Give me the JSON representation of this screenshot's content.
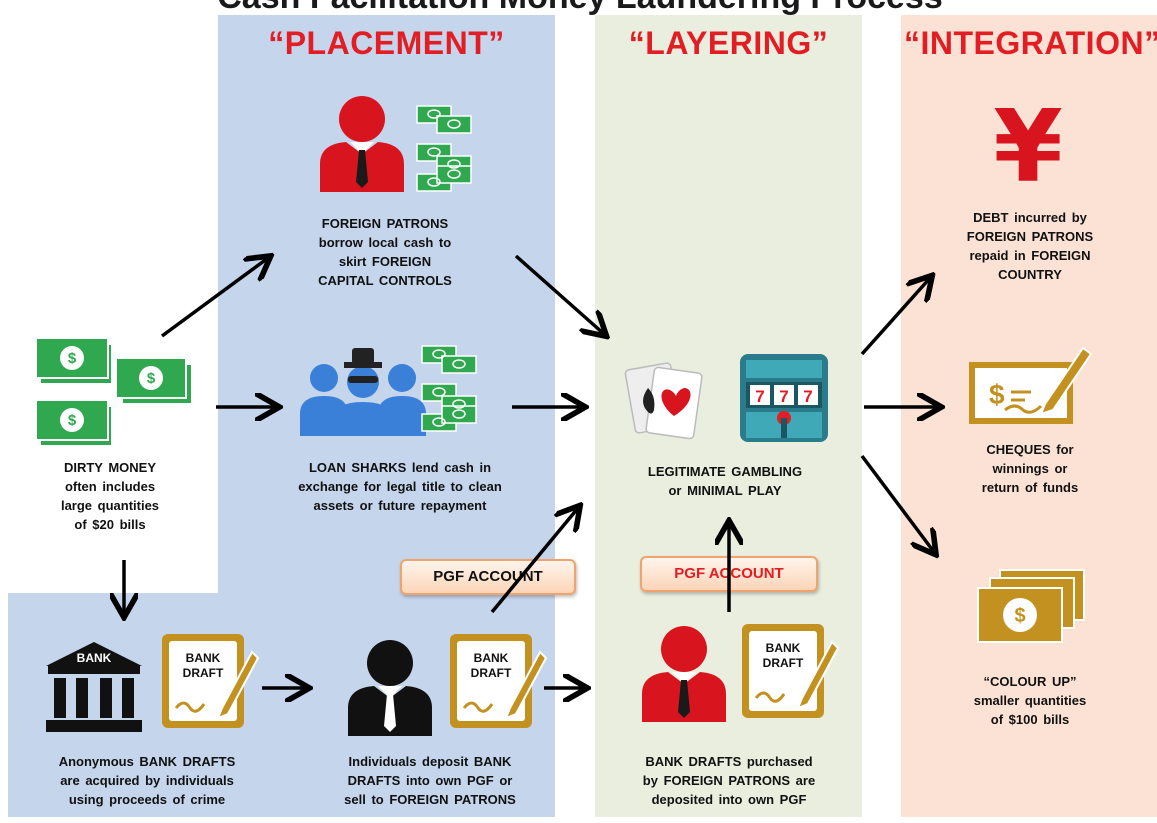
{
  "header": {
    "title": "Cash Facilitation Money Laundering Process"
  },
  "stages": {
    "placement": "“PLACEMENT”",
    "layering": "“LAYERING”",
    "integration": "“INTEGRATION”"
  },
  "placement": {
    "foreign_patrons": "FOREIGN PATRONS\nborrow local cash to\nskirt FOREIGN\nCAPITAL CONTROLS",
    "loan_sharks": "LOAN SHARKS lend cash in\nexchange for legal title to clean\nassets or future repayment",
    "pgf_account": "PGF ACCOUNT"
  },
  "source": {
    "dirty_money": "DIRTY MONEY\noften includes\nlarge quantities\nof $20 bills"
  },
  "bank": {
    "bank_label": "BANK",
    "draft_label": "BANK\nDRAFT",
    "anonymous_drafts": "Anonymous BANK DRAFTS\nare acquired by individuals\nusing proceeds of crime",
    "individuals_deposit": "Individuals deposit BANK\nDRAFTS into own PGF or\nsell to FOREIGN PATRONS"
  },
  "layering": {
    "gambling": "LEGITIMATE GAMBLING\nor MINIMAL PLAY",
    "slot_digits": "777",
    "pgf_account": "PGF ACCOUNT",
    "drafts_purchased": "BANK DRAFTS purchased\nby FOREIGN PATRONS are\ndeposited into own PGF"
  },
  "integration": {
    "yen_symbol": "¥",
    "debt": "DEBT incurred by\nFOREIGN PATRONS\nrepaid in FOREIGN\nCOUNTRY",
    "cheques": "CHEQUES for\nwinnings or\nreturn of funds",
    "colour_up": "“COLOUR UP”\nsmaller quantities\nof $100 bills"
  },
  "icons": {
    "dollar": "$",
    "dollar_bills_icon": "money-stack-icon",
    "green_bills_icon": "cash-notes-icon",
    "person_icon": "businessman-icon",
    "group_icon": "loan-shark-group-icon",
    "bank_icon": "bank-building-icon",
    "draft_icon": "bank-draft-icon",
    "cards_icon": "playing-cards-icon",
    "slot_icon": "slot-machine-icon",
    "yen_icon": "yen-icon",
    "cheque_icon": "cheque-icon",
    "gold_bills_icon": "gold-bills-icon"
  },
  "colors": {
    "placement_bg": "#c5d5ec",
    "layering_bg": "#e9eedf",
    "integration_bg": "#fbe2d4",
    "header_red": "#e21d24",
    "money_green": "#2fa84f",
    "person_red": "#d8141f",
    "group_blue": "#3a7fd8",
    "gold": "#c39120"
  }
}
